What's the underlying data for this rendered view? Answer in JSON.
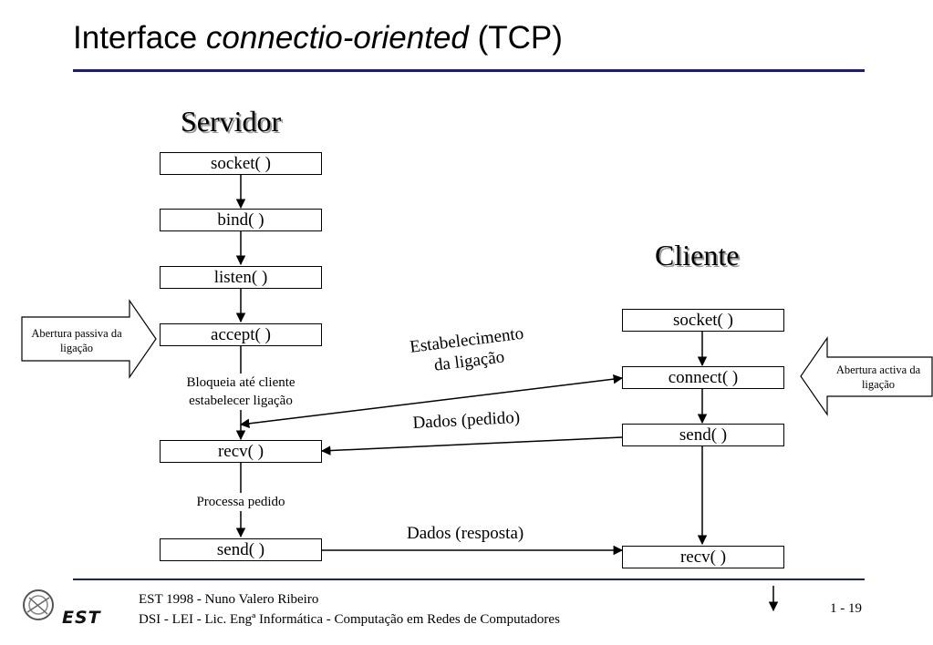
{
  "title": {
    "prefix": "Interface ",
    "italic": "connectio-oriented",
    "suffix": " (TCP)"
  },
  "server": {
    "heading": "Servidor",
    "steps": [
      "socket( )",
      "bind( )",
      "listen( )",
      "accept( )",
      "recv( )",
      "send( )"
    ],
    "note_block": "Bloqueia até cliente estabelecer ligação",
    "note_process": "Processa pedido",
    "passive_callout": "Abertura passiva da ligação"
  },
  "client": {
    "heading": "Cliente",
    "steps": [
      "socket( )",
      "connect( )",
      "send( )",
      "recv( )"
    ],
    "active_callout": "Abertura activa da ligação"
  },
  "messages": {
    "establish": "Estabelecimento\nda ligação",
    "request": "Dados (pedido)",
    "response": "Dados (resposta)"
  },
  "footer": {
    "line1": "EST 1998 - Nuno Valero Ribeiro",
    "line2": "DSI - LEI - Lic. Engª Informática - Computação em Redes de Computadores",
    "page": "1 - 19",
    "logo": "EST"
  },
  "colors": {
    "rule": "#1a1a8c"
  }
}
